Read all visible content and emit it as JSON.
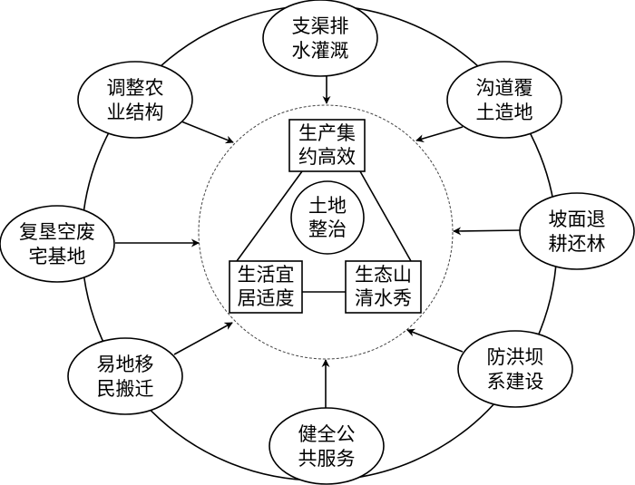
{
  "diagram": {
    "center": {
      "label_line1": "土地",
      "label_line2": "整治"
    },
    "goals": [
      {
        "id": "production",
        "line1": "生产集",
        "line2": "约高效"
      },
      {
        "id": "living",
        "line1": "生活宜",
        "line2": "居适度"
      },
      {
        "id": "ecology",
        "line1": "生态山",
        "line2": "清水秀"
      }
    ],
    "measures": [
      {
        "id": "irrigation",
        "line1": "支渠排",
        "line2": "水灌溉"
      },
      {
        "id": "gully",
        "line1": "沟道覆",
        "line2": "土造地"
      },
      {
        "id": "slope",
        "line1": "坡面退",
        "line2": "耕还林"
      },
      {
        "id": "dam",
        "line1": "防洪坝",
        "line2": "系建设"
      },
      {
        "id": "public-service",
        "line1": "健全公",
        "line2": "共服务"
      },
      {
        "id": "relocation",
        "line1": "易地移",
        "line2": "民搬迁"
      },
      {
        "id": "homestead",
        "line1": "复垦空废",
        "line2": "宅基地"
      },
      {
        "id": "agriculture",
        "line1": "调整农",
        "line2": "业结构"
      }
    ]
  }
}
